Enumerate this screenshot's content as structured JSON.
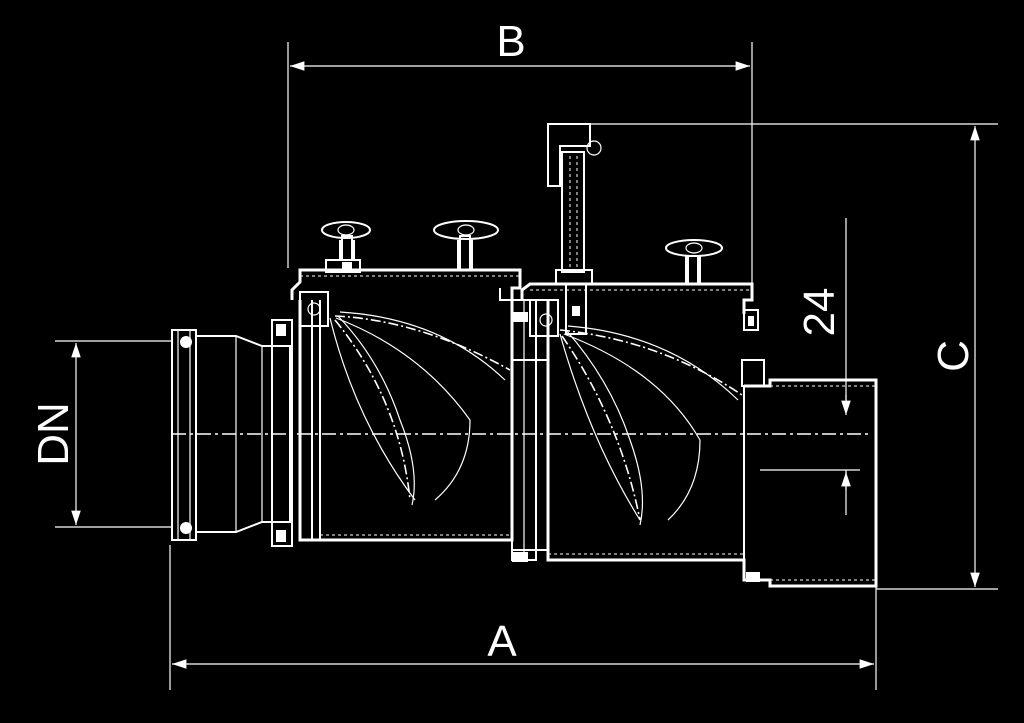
{
  "dimensions": {
    "A": "A",
    "B": "B",
    "C": "C",
    "DN": "DN",
    "v24": "24"
  },
  "colors": {
    "background": "#000000",
    "line": "#ffffff"
  }
}
